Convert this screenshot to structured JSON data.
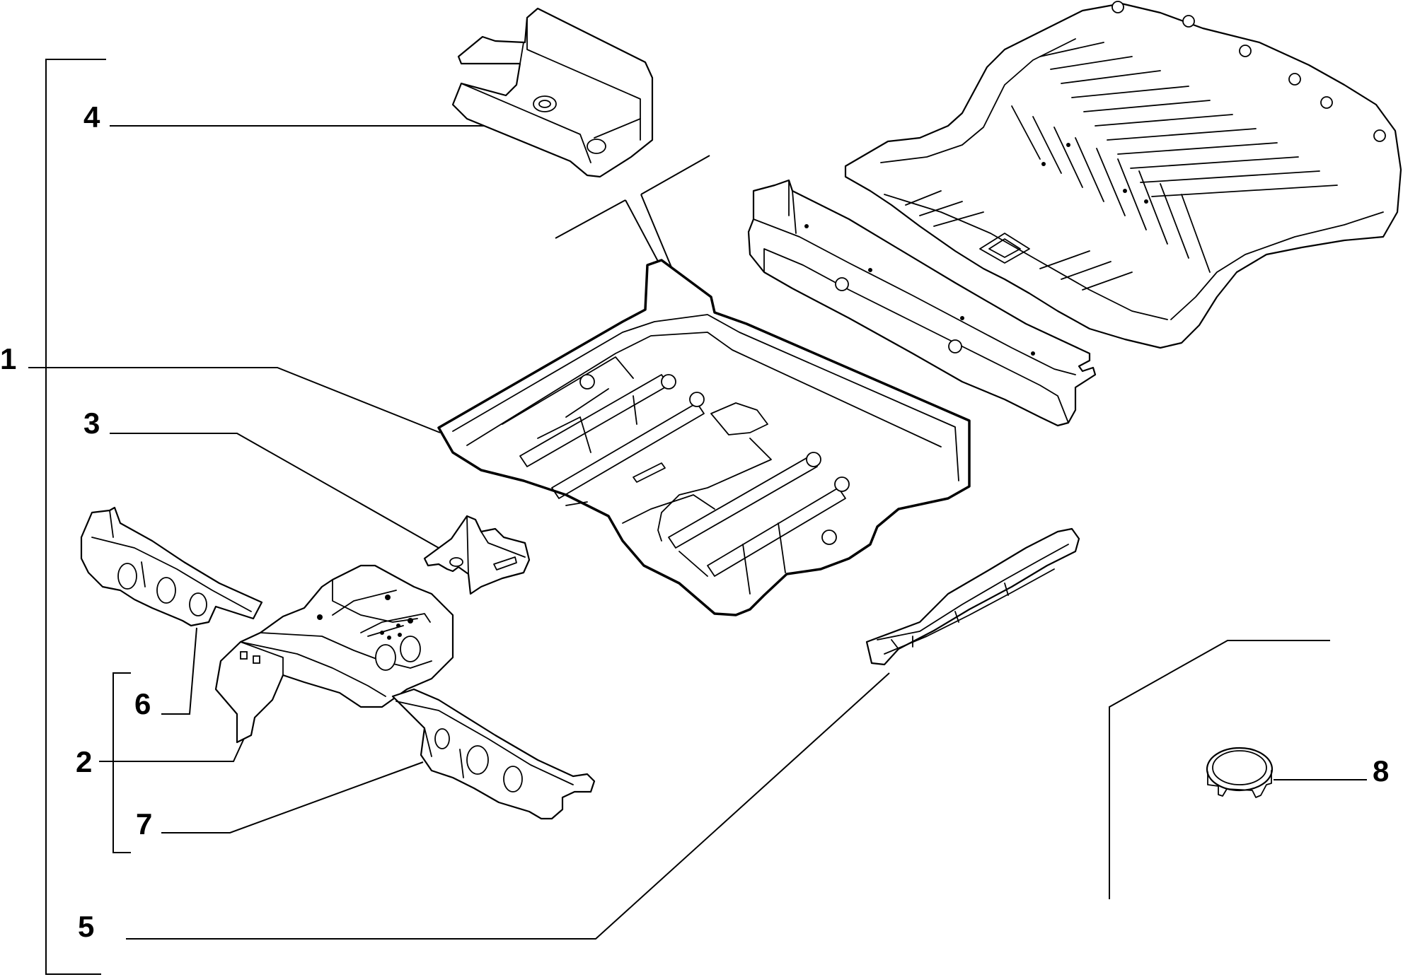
{
  "diagram": {
    "callouts": [
      {
        "id": "1",
        "label": "1"
      },
      {
        "id": "2",
        "label": "2"
      },
      {
        "id": "3",
        "label": "3"
      },
      {
        "id": "4",
        "label": "4"
      },
      {
        "id": "5",
        "label": "5"
      },
      {
        "id": "6",
        "label": "6"
      },
      {
        "id": "7",
        "label": "7"
      },
      {
        "id": "8",
        "label": "8"
      }
    ]
  }
}
